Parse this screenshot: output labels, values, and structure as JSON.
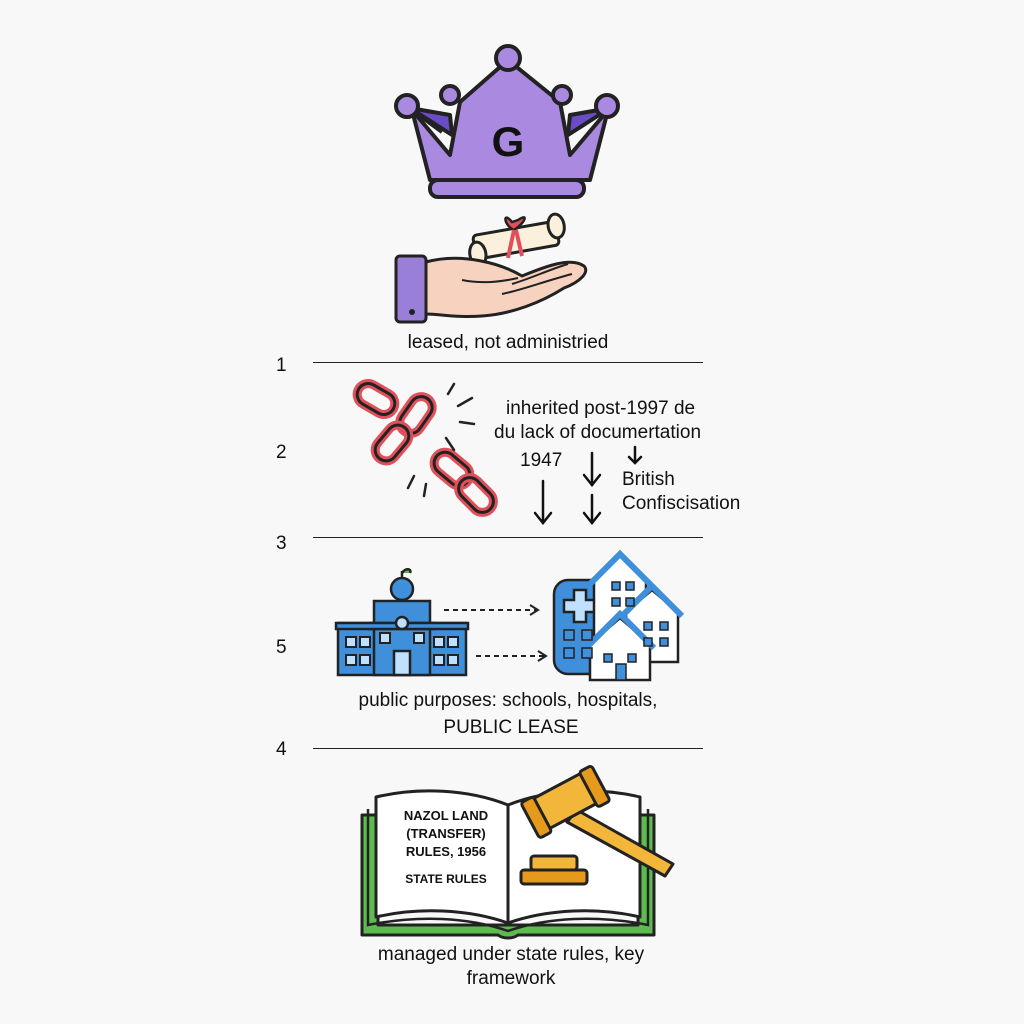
{
  "crown": {
    "letter": "G",
    "color": "#a98ae0",
    "dark": "#6a4cc4"
  },
  "section_numbers": [
    "1",
    "2",
    "3",
    "5",
    "4"
  ],
  "captions": {
    "lease_caption": "leased, not administried",
    "inherited_line1": "inherited post-1997 de",
    "inherited_line2": "du lack of documertation",
    "year_1947": "1947",
    "british_line1": "British",
    "british_line2": "Confiscisation",
    "public_line1": "public purposes: schools, hospitals,",
    "public_line2": "PUBLIC LEASE",
    "managed_line1": "managed under state rules, key",
    "managed_line2": "framework"
  },
  "book": {
    "title_line1": "NAZOL LAND",
    "title_line2": "(TRANSFER)",
    "title_line3": "RULES, 1956",
    "subtitle": "STATE RULES"
  },
  "colors": {
    "chain": "#e0505a",
    "building": "#3f8fdb",
    "book_cover": "#5dbb4f",
    "gavel": "#f2b63a",
    "sleeve": "#9a7fd8",
    "skin": "#f6d2bf"
  }
}
